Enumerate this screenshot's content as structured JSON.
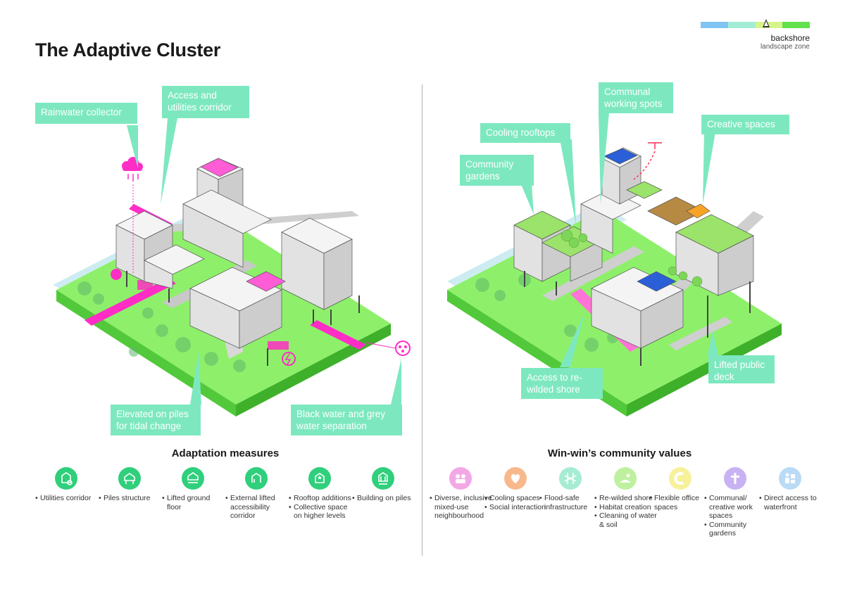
{
  "title": "The Adaptive Cluster",
  "zone": {
    "name": "backshore",
    "sub": "landscape zone",
    "colors": [
      "#80c4f2",
      "#a2ecd6",
      "#d5f58a",
      "#62e14d"
    ]
  },
  "left_callouts": {
    "rainwater": "Rainwater collector",
    "access_utilities": "Access and utilities corridor",
    "piles": "Elevated on piles for tidal change",
    "water_separation": "Black water and grey water separation"
  },
  "right_callouts": {
    "communal_working": "Communal working spots",
    "cooling_rooftops": "Cooling rooftops",
    "community_gardens": "Community gardens",
    "creative_spaces": "Creative spaces",
    "rewilded_shore": "Access to re-wilded shore",
    "lifted_deck": "Lifted public deck"
  },
  "adaptation": {
    "heading": "Adaptation measures",
    "icon_color": "#2fcf7c",
    "items": [
      {
        "icon": "utilities-corridor-icon",
        "lines": [
          "Utilities corridor"
        ]
      },
      {
        "icon": "piles-structure-icon",
        "lines": [
          "Piles structure"
        ]
      },
      {
        "icon": "lifted-floor-icon",
        "lines": [
          "Lifted ground floor"
        ]
      },
      {
        "icon": "external-corridor-icon",
        "lines": [
          "External lifted accessibility corridor"
        ]
      },
      {
        "icon": "rooftop-addition-icon",
        "lines": [
          "Rooftop additions",
          "Collective space on higher levels"
        ]
      },
      {
        "icon": "building-on-piles-icon",
        "lines": [
          "Building on piles"
        ]
      }
    ]
  },
  "community": {
    "heading": "Win-win’s community values",
    "items": [
      {
        "icon": "inclusive-neighbourhood-icon",
        "color": "#f3a8e6",
        "lines": [
          "Diverse, inclusive mixed-use neighbourhood"
        ]
      },
      {
        "icon": "heart-icon",
        "color": "#f7b98c",
        "lines": [
          "Cooling spaces",
          "Social interaction"
        ]
      },
      {
        "icon": "flood-safe-icon",
        "color": "#a6ecd2",
        "lines": [
          "Flood-safe infrastructure"
        ]
      },
      {
        "icon": "rewilded-shore-icon",
        "color": "#bff0a0",
        "lines": [
          "Re-wilded shore",
          "Habitat creation",
          "Cleaning of water & soil"
        ]
      },
      {
        "icon": "flexible-office-icon",
        "color": "#f7f19a",
        "lines": [
          "Flexible office spaces"
        ]
      },
      {
        "icon": "cross-icon",
        "color": "#c9b2f3",
        "lines": [
          "Communal/ creative work spaces",
          "Community gardens"
        ]
      },
      {
        "icon": "waterfront-access-icon",
        "color": "#b9dbf6",
        "lines": [
          "Direct access to waterfront"
        ]
      }
    ]
  }
}
